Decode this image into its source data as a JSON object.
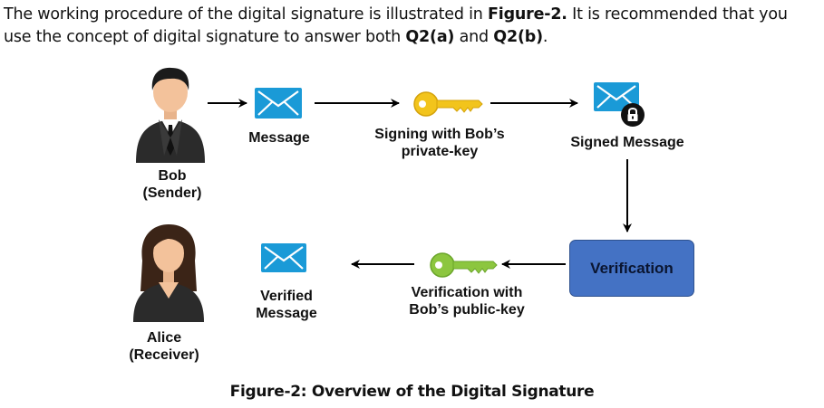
{
  "intro": {
    "text1": "The working procedure of the digital signature is illustrated in ",
    "fig_ref": "Figure-2.",
    "text2": " It is recommended that you use the concept of digital signature to answer both ",
    "q2a": "Q2(a)",
    "text3": " and ",
    "q2b": "Q2(b)",
    "text4": "."
  },
  "diagram": {
    "bob_name": "Bob",
    "bob_role": "(Sender)",
    "alice_name": "Alice",
    "alice_role": "(Receiver)",
    "message": "Message",
    "signing_line1": "Signing with Bob’s",
    "signing_line2": "private-key",
    "signed_message": "Signed Message",
    "verification_box": "Verification",
    "verif_line1": "Verification with",
    "verif_line2": "Bob’s public-key",
    "verified_line1": "Verified",
    "verified_line2": "Message"
  },
  "caption": "Figure-2: Overview of the Digital Signature",
  "colors": {
    "envelope": "#1a9ad7",
    "private_key": "#f2c41c",
    "public_key": "#8cc63f",
    "verification_box": "#4472c4"
  },
  "icons": [
    "person-male-icon",
    "person-female-icon",
    "envelope-icon",
    "key-icon",
    "lock-icon"
  ]
}
